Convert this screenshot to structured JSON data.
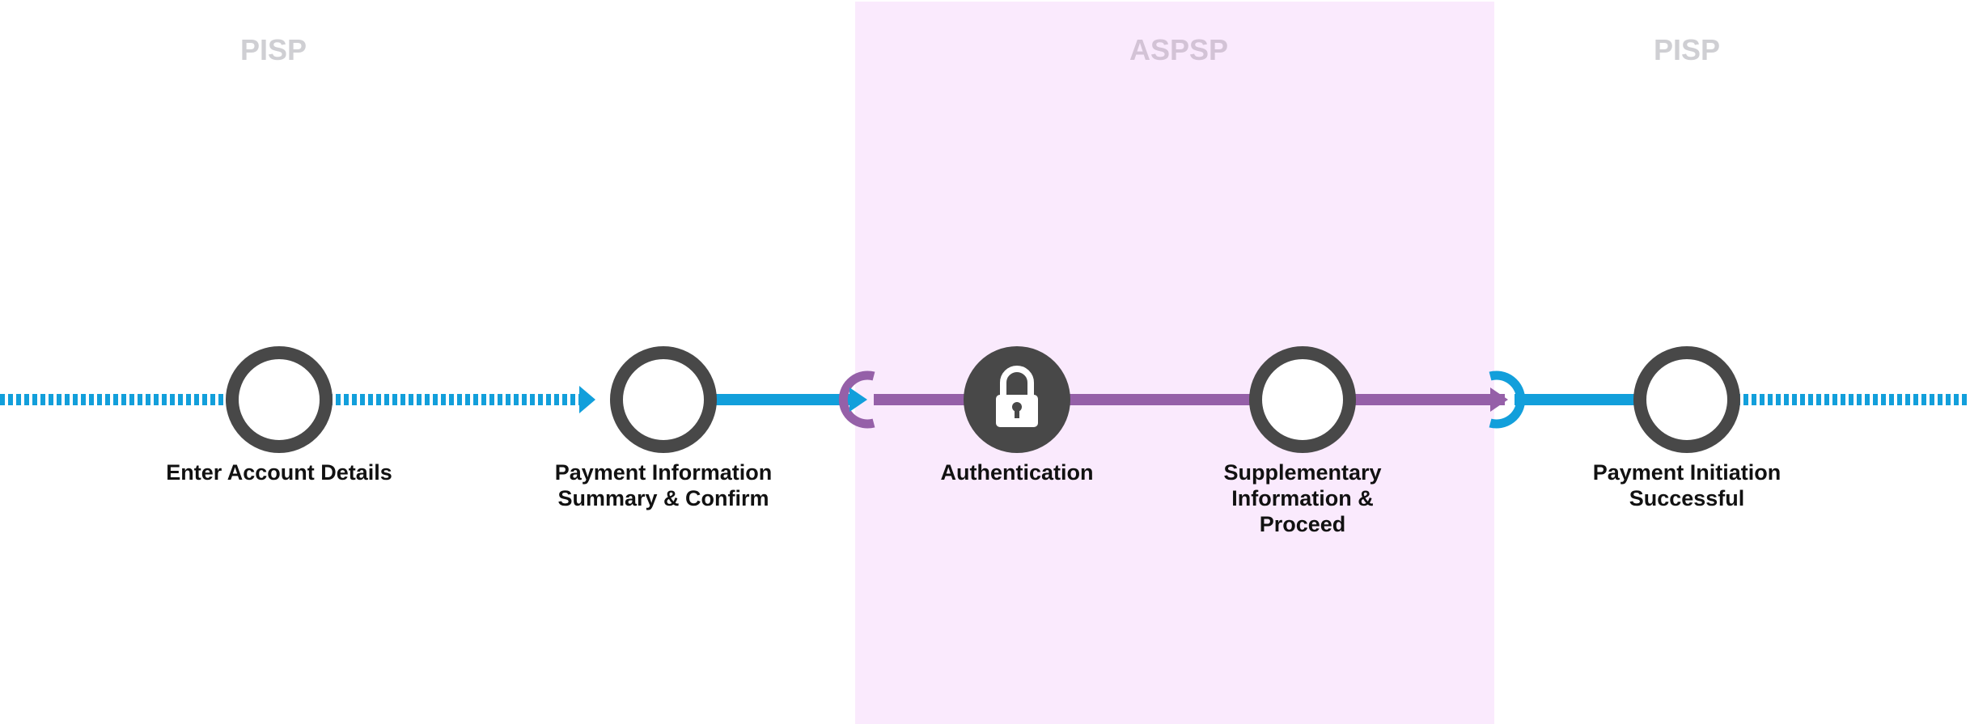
{
  "zones": [
    {
      "label": "PISP"
    },
    {
      "label": "ASPSP"
    },
    {
      "label": "PISP"
    }
  ],
  "steps": [
    {
      "label": "Enter Account Details",
      "icon": "circle-icon"
    },
    {
      "label": "Payment Information\nSummary & Confirm",
      "icon": "circle-icon"
    },
    {
      "label": "Authentication",
      "icon": "lock-icon"
    },
    {
      "label": "Supplementary\nInformation &\nProceed",
      "icon": "circle-icon"
    },
    {
      "label": "Payment Initiation\nSuccessful",
      "icon": "circle-icon"
    }
  ],
  "colors": {
    "pisp_flow": "#129fdb",
    "aspsp_flow": "#9560a8",
    "step_ring": "#484848",
    "aspsp_background": "#faeafd",
    "zone_label": "#cdcdd0"
  }
}
